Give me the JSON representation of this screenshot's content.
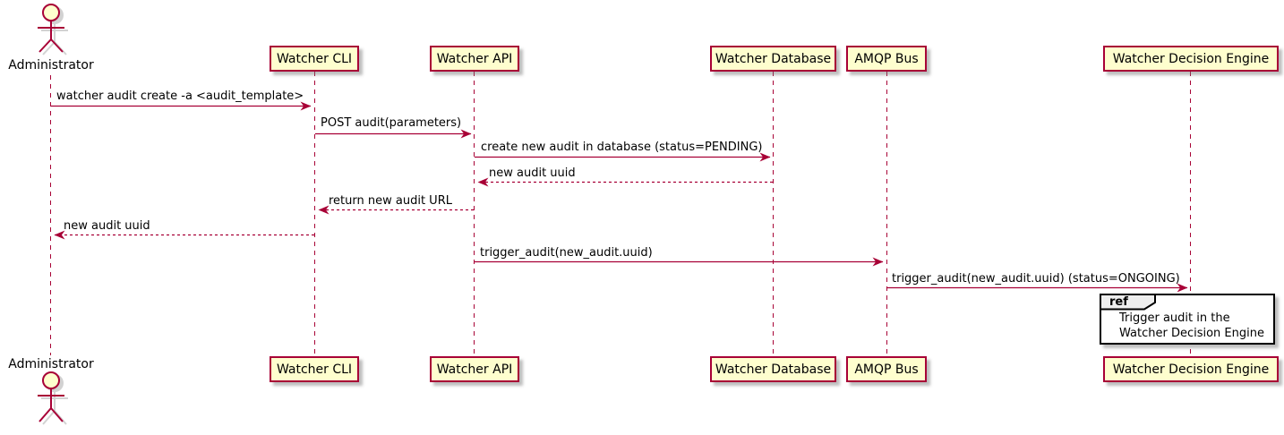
{
  "diagram_type": "sequence",
  "colors": {
    "participant_fill": "#FEFECE",
    "participant_border": "#A80036",
    "line_color": "#A80036",
    "ref_border": "#000000",
    "ref_tab_fill": "#EEEEEE",
    "text_color": "#000000",
    "background": "#FFFFFF"
  },
  "actor": {
    "label": "Administrator"
  },
  "participants": [
    {
      "id": "watcher-cli",
      "label": "Watcher CLI"
    },
    {
      "id": "watcher-api",
      "label": "Watcher API"
    },
    {
      "id": "watcher-database",
      "label": "Watcher Database"
    },
    {
      "id": "amqp-bus",
      "label": "AMQP Bus"
    },
    {
      "id": "watcher-decision-engine",
      "label": "Watcher Decision Engine"
    }
  ],
  "messages": [
    {
      "from": "Administrator",
      "to": "Watcher CLI",
      "line": "solid",
      "label": "watcher audit create -a <audit_template>"
    },
    {
      "from": "Watcher CLI",
      "to": "Watcher API",
      "line": "solid",
      "label": "POST audit(parameters)"
    },
    {
      "from": "Watcher API",
      "to": "Watcher Database",
      "line": "solid",
      "label": "create new audit in database (status=PENDING)"
    },
    {
      "from": "Watcher Database",
      "to": "Watcher API",
      "line": "dashed",
      "label": "new audit uuid"
    },
    {
      "from": "Watcher API",
      "to": "Watcher CLI",
      "line": "dashed",
      "label": "return new audit URL"
    },
    {
      "from": "Watcher CLI",
      "to": "Administrator",
      "line": "dashed",
      "label": "new audit uuid"
    },
    {
      "from": "Watcher API",
      "to": "AMQP Bus",
      "line": "solid",
      "label": "trigger_audit(new_audit.uuid)"
    },
    {
      "from": "AMQP Bus",
      "to": "Watcher Decision Engine",
      "line": "solid",
      "label": "trigger_audit(new_audit.uuid) (status=ONGOING)"
    }
  ],
  "ref": {
    "keyword": "ref",
    "line1": "Trigger audit in the",
    "line2": "Watcher Decision Engine"
  }
}
